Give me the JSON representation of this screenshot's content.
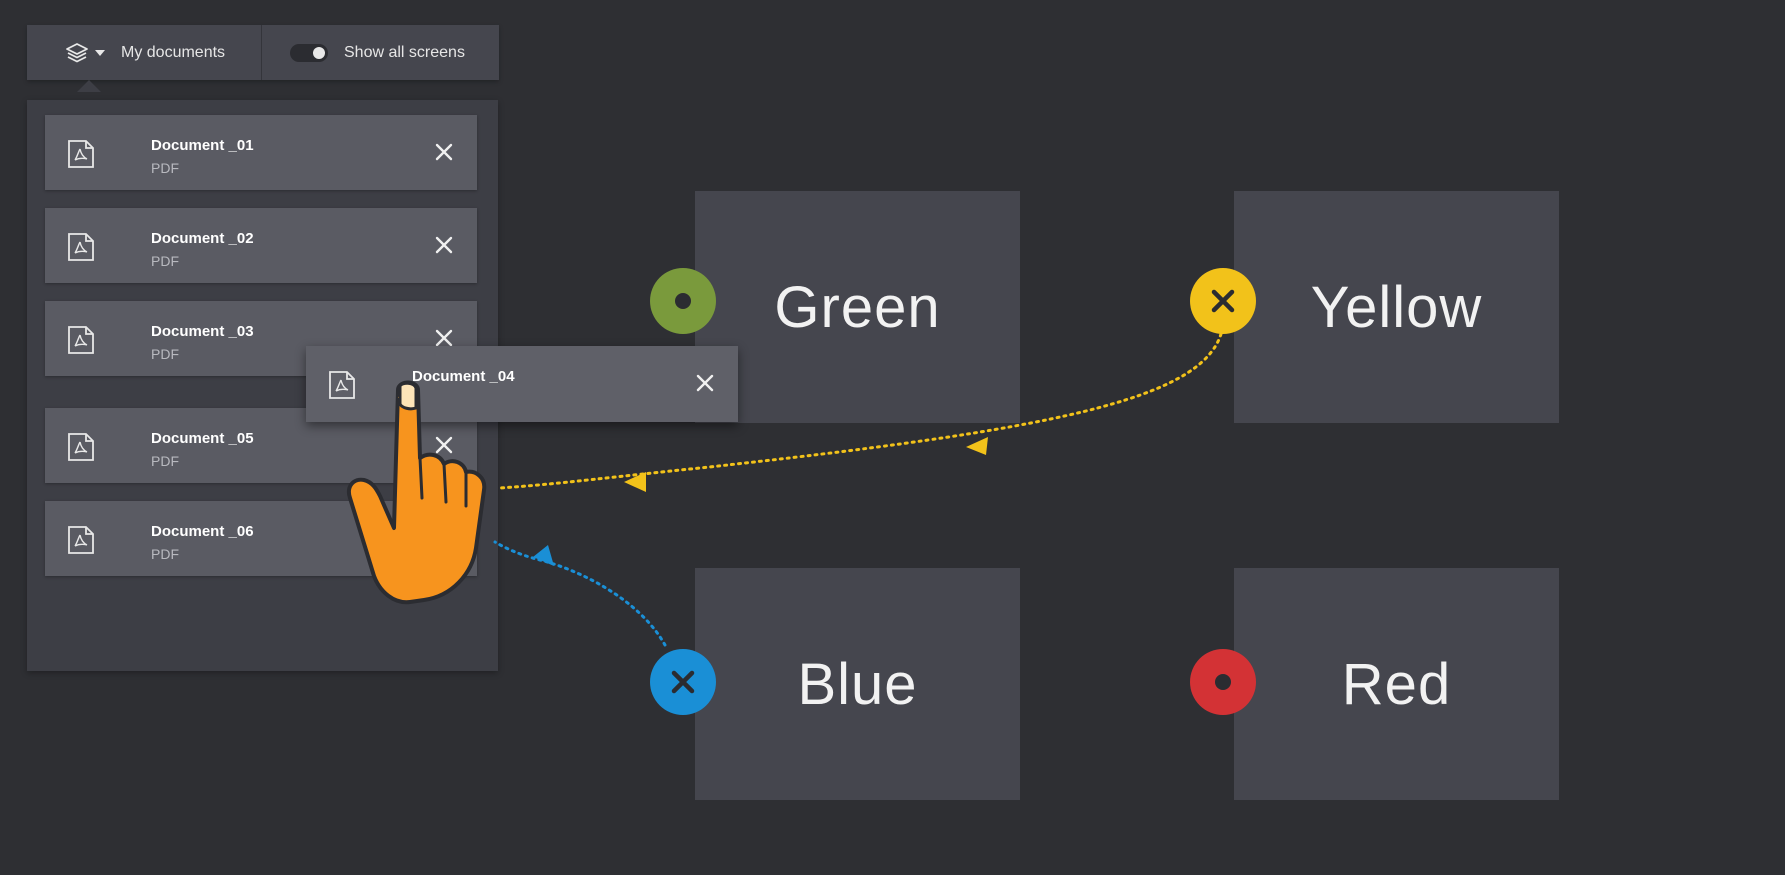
{
  "toolbar": {
    "documents_label": "My documents",
    "show_all_label": "Show all screens",
    "show_all_enabled": true
  },
  "documents": [
    {
      "name": "Document _01",
      "type": "PDF"
    },
    {
      "name": "Document _02",
      "type": "PDF"
    },
    {
      "name": "Document _03",
      "type": "PDF"
    },
    {
      "name": "Document _05",
      "type": "PDF"
    },
    {
      "name": "Document _06",
      "type": "PDF"
    }
  ],
  "dragged_document": {
    "name": "Document _04"
  },
  "screens": [
    {
      "label": "Green",
      "status": "connected",
      "color": "#7a9a3c"
    },
    {
      "label": "Yellow",
      "status": "disconnected",
      "color": "#f2c21a"
    },
    {
      "label": "Blue",
      "status": "disconnected",
      "color": "#1a8fd6"
    },
    {
      "label": "Red",
      "status": "connected",
      "color": "#d33235"
    }
  ],
  "icons": {
    "layers": "layers-icon",
    "file": "pdf-file-icon",
    "close": "close-icon",
    "hand": "hand-pointer-icon"
  }
}
